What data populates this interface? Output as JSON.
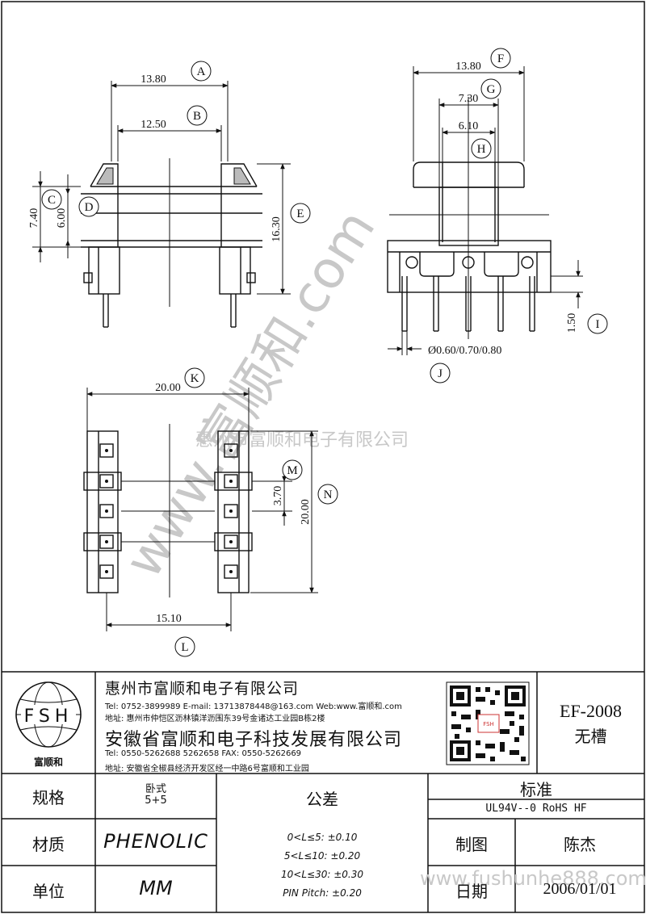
{
  "views": {
    "side": {
      "callouts": [
        "A",
        "B",
        "C",
        "D",
        "E"
      ],
      "dims": {
        "A": "13.80",
        "B": "12.50",
        "C": "7.40",
        "D": "6.00",
        "E": "16.30"
      }
    },
    "front": {
      "callouts": [
        "F",
        "G",
        "H",
        "I",
        "J"
      ],
      "dims": {
        "F": "13.80",
        "G": "7.30",
        "H": "6.10",
        "I": "1.50",
        "J": "Ø0.60/0.70/0.80"
      }
    },
    "bottom": {
      "callouts": [
        "K",
        "L",
        "M",
        "N"
      ],
      "dims": {
        "K": "20.00",
        "L": "15.10",
        "M": "3.70",
        "N": "20.00"
      }
    }
  },
  "watermarks": {
    "diagonal": "www.富顺和.com",
    "center": "惠州市富顺和电子有限公司",
    "footer": "www.fushunhe888.com"
  },
  "title_block": {
    "logo": {
      "letters": "FSH",
      "caption": "富顺和"
    },
    "company1": {
      "name": "惠州市富顺和电子有限公司",
      "tel": "Tel: 0752-3899989 E-mail: 13713878448@163.com Web:www.富顺和.com",
      "addr": "地址: 惠州市仲恺区沥林镇洋沥围东39号金诸达工业园B栋2楼"
    },
    "company2": {
      "name": "安徽省富顺和电子科技发展有限公司",
      "tel": "Tel: 0550-5262688 5262658 FAX: 0550-5262669",
      "addr": "地址: 安徽省全椒县经济开发区经一中路6号富顺和工业园"
    },
    "model": "EF-2008",
    "model_note": "无槽",
    "spec_label": "规格",
    "spec_value_1": "卧式",
    "spec_value_2": "5+5",
    "material_label": "材质",
    "material_value": "PHENOLIC",
    "unit_label": "单位",
    "unit_value": "MM",
    "tolerance_label": "公差",
    "tolerances": [
      "0<L≤5: ±0.10",
      "5<L≤10: ±0.20",
      "10<L≤30: ±0.30",
      "PIN Pitch: ±0.20"
    ],
    "standard_label": "标准",
    "standard_value": "UL94V--0  RoHS HF",
    "drafter_label": "制图",
    "drafter_value": "陈杰",
    "date_label": "日期",
    "date_value": "2006/01/01"
  }
}
